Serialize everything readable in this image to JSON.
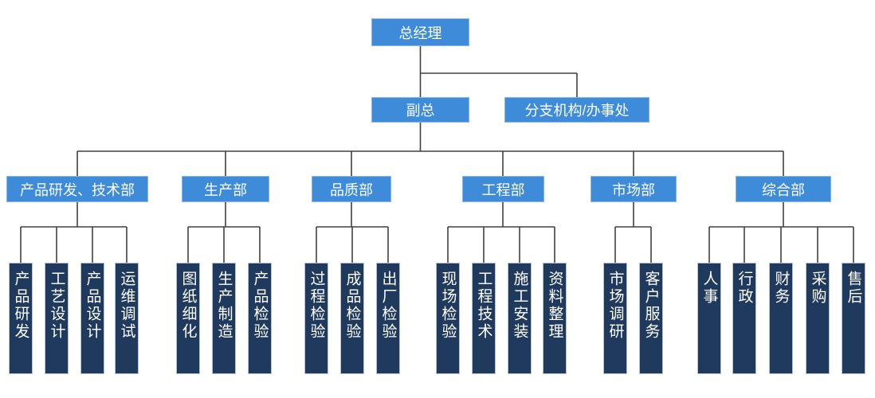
{
  "org": {
    "root": {
      "label": "总经理"
    },
    "deputy": {
      "label": "副总"
    },
    "branch": {
      "label": "分支机构/办事处"
    },
    "departments": [
      {
        "label": "产品研发、技术部",
        "children": [
          "产品研发",
          "工艺设计",
          "产品设计",
          "运维调试"
        ]
      },
      {
        "label": "生产部",
        "children": [
          "图纸细化",
          "生产制造",
          "产品检验"
        ]
      },
      {
        "label": "品质部",
        "children": [
          "过程检验",
          "成品检验",
          "出厂检验"
        ]
      },
      {
        "label": "工程部",
        "children": [
          "现场检验",
          "工程技术",
          "施工安装",
          "资料整理"
        ]
      },
      {
        "label": "市场部",
        "children": [
          "市场调研",
          "客户服务"
        ]
      },
      {
        "label": "综合部",
        "children": [
          "人事",
          "行政",
          "财务",
          "采购",
          "售后"
        ]
      }
    ],
    "colors": {
      "node_blue": "#3d8bd9",
      "node_navy": "#1f3a5c",
      "connector": "#404040",
      "text": "#ffffff"
    }
  }
}
